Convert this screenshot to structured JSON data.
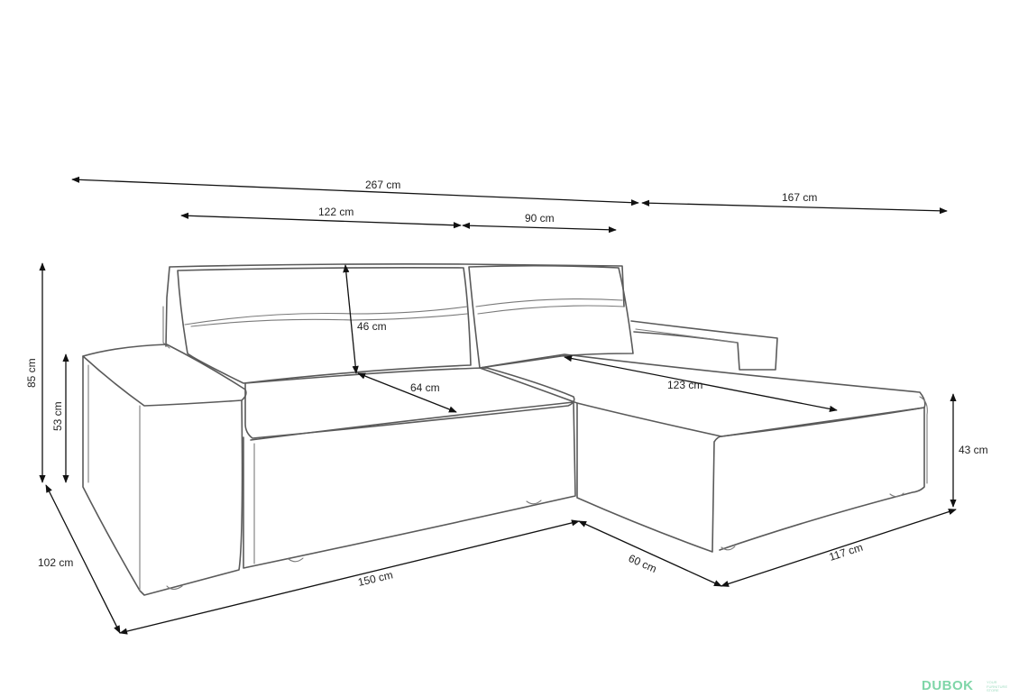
{
  "dimensions": {
    "total_width": "267 cm",
    "chaise_length": "167 cm",
    "seat_width_main": "122 cm",
    "seat_width_corner": "90 cm",
    "total_height": "85 cm",
    "armrest_height": "53 cm",
    "backrest_height": "46 cm",
    "seat_depth": "64 cm",
    "chaise_seat_length": "123 cm",
    "seat_height": "43 cm",
    "depth": "102 cm",
    "base_width": "150 cm",
    "chaise_width": "60 cm",
    "chaise_base_length": "117 cm"
  },
  "brand": {
    "name": "DUBOK",
    "tagline": "YOUR FURNITURE STORE",
    "color": "#7fd6a8"
  }
}
